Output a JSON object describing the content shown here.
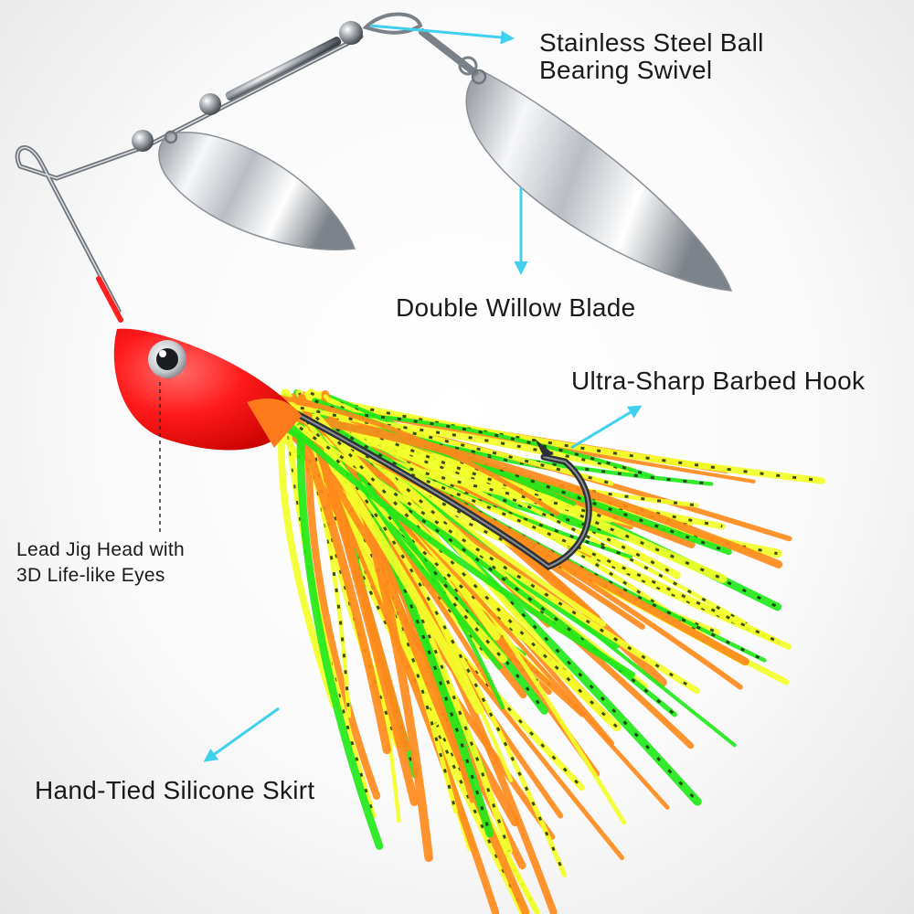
{
  "labels": {
    "swivel": {
      "line1": "Stainless Steel Ball",
      "line2": "Bearing Swivel"
    },
    "blade": "Double Willow Blade",
    "hook": "Ultra-Sharp Barbed Hook",
    "jig_head": {
      "line1": "Lead Jig Head with",
      "line2": "3D Life-like Eyes"
    },
    "skirt": "Hand-Tied Silicone Skirt"
  },
  "colors": {
    "arrow": "#3fd0ee",
    "jig_head": "#ff1a1a",
    "skirt_orange": "#ff8a1c",
    "skirt_yellow": "#f2ff2a",
    "skirt_green": "#22e81a",
    "skirt_dots": "#1e2a14",
    "blade_silver": "#cfd3d8",
    "wire": "#6e747a"
  },
  "icons": [
    "arrow-icon",
    "spinnerbait-lure-icon"
  ]
}
